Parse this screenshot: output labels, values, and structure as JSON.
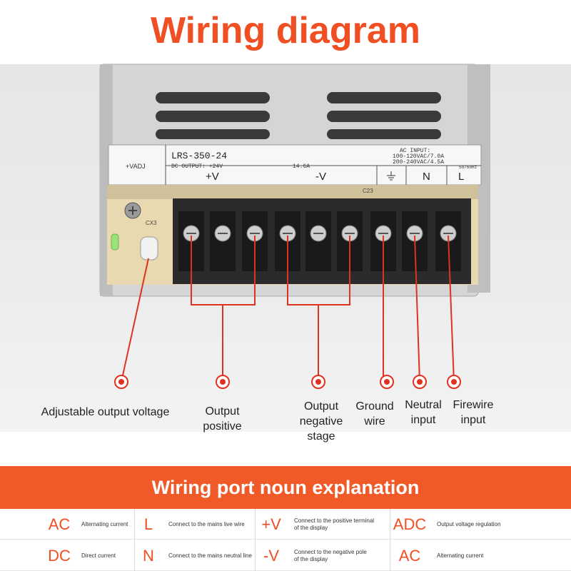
{
  "title": "Wiring diagram",
  "colors": {
    "accent": "#f04e23",
    "banner": "#f05a28",
    "red_line": "#e0321e",
    "terminal_block": "#2b2b2b",
    "case": "#d3d3d3"
  },
  "label_panel": {
    "model": "LRS-350-24",
    "dc_output": "DC OUTPUT: +24V",
    "current": "14.6A",
    "ac_input_title": "AC INPUT:",
    "ac_input_line1": "100-120VAC/7.0A",
    "ac_input_line2": "200-240VAC/4.5A",
    "freq": "50/60Hz",
    "adj": "+VADJ",
    "plus_v": "+V",
    "minus_v": "-V",
    "n": "N",
    "l": "L"
  },
  "pcb_text": {
    "cx3": "CX3",
    "c23": "C23"
  },
  "callouts": [
    {
      "key": "adj",
      "lines": [
        "Adjustable output voltage"
      ]
    },
    {
      "key": "pos",
      "lines": [
        "Output",
        "positive"
      ]
    },
    {
      "key": "neg",
      "lines": [
        "Output",
        "negative",
        "stage"
      ]
    },
    {
      "key": "gnd",
      "lines": [
        "Ground",
        "wire"
      ]
    },
    {
      "key": "neu",
      "lines": [
        "Neutral",
        "input"
      ]
    },
    {
      "key": "fire",
      "lines": [
        "Firewire",
        "input"
      ]
    }
  ],
  "banner_text": "Wiring port noun explanation",
  "table": [
    [
      {
        "code": "AC",
        "desc": [
          "Alternating current"
        ]
      },
      {
        "code": "L",
        "desc": [
          "Connect to the mains live wire"
        ]
      },
      {
        "code": "+V",
        "desc": [
          "Connect to the positive terminal",
          "of the display"
        ]
      },
      {
        "code": "ADC",
        "desc": [
          "Output voltage regulation"
        ]
      }
    ],
    [
      {
        "code": "DC",
        "desc": [
          "Direct current"
        ]
      },
      {
        "code": "N",
        "desc": [
          "Connect to the mains neutral line"
        ]
      },
      {
        "code": "-V",
        "desc": [
          "Connect to the negative pole",
          "of the display"
        ]
      },
      {
        "code": "AC",
        "desc": [
          "Alternating current"
        ]
      }
    ]
  ]
}
